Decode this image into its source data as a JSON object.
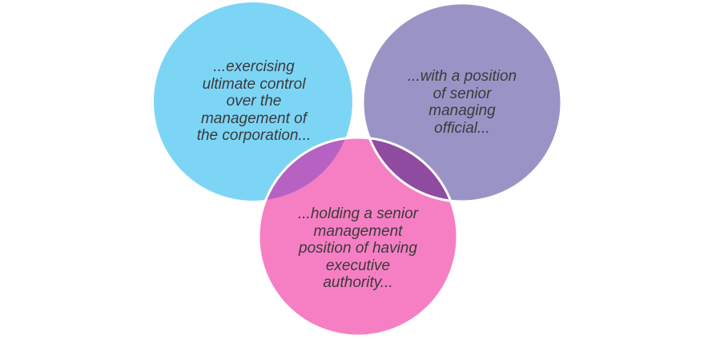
{
  "diagram": {
    "circles": [
      {
        "id": "left",
        "text": "...exercising\nultimate control\nover the\nmanagement of\nthe corporation...",
        "fill": "#7dd5f6"
      },
      {
        "id": "right",
        "text": "...with a position\nof senior\nmanaging\nofficial...",
        "fill": "#9a94c6"
      },
      {
        "id": "bottom",
        "text": "...holding a senior\nmanagement\nposition of having\nexecutive\nauthority...",
        "fill": "#f67fc4"
      }
    ],
    "overlap_colors": {
      "left_bottom": "#b562c3",
      "right_bottom": "#8f4ba0"
    },
    "outline_color": "#ffffff"
  }
}
